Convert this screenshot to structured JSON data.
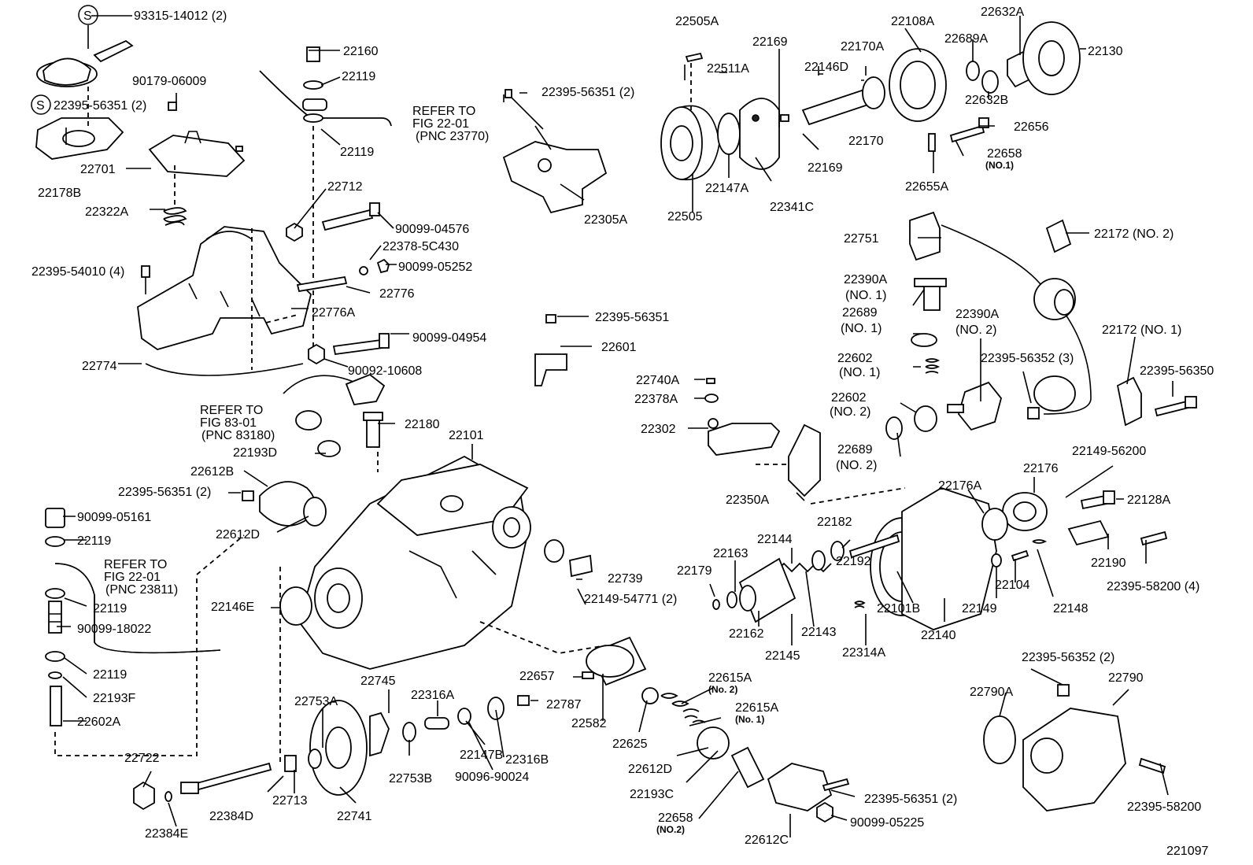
{
  "labels": [
    {
      "id": "p93315",
      "text": "93315-14012 (2)"
    },
    {
      "id": "p22160",
      "text": "22160"
    },
    {
      "id": "p22119a",
      "text": "22119"
    },
    {
      "id": "p22119b",
      "text": "22119"
    },
    {
      "id": "p90179",
      "text": "90179-06009"
    },
    {
      "id": "p22395_56351_2a",
      "text": "22395-56351 (2)"
    },
    {
      "id": "p22701",
      "text": "22701"
    },
    {
      "id": "p22178B",
      "text": "22178B"
    },
    {
      "id": "p22322A",
      "text": "22322A"
    },
    {
      "id": "p22712",
      "text": "22712"
    },
    {
      "id": "p90099_04576",
      "text": "90099-04576"
    },
    {
      "id": "p22378_5C430",
      "text": "22378-5C430"
    },
    {
      "id": "p90099_05252",
      "text": "90099-05252"
    },
    {
      "id": "p22395_54010",
      "text": "22395-54010 (4)"
    },
    {
      "id": "p22776",
      "text": "22776"
    },
    {
      "id": "p22776A",
      "text": "22776A"
    },
    {
      "id": "p90099_04954",
      "text": "90099-04954"
    },
    {
      "id": "p22774",
      "text": "22774"
    },
    {
      "id": "p90092_10608",
      "text": "90092-10608"
    },
    {
      "id": "p22505A",
      "text": "22505A"
    },
    {
      "id": "p22169a",
      "text": "22169"
    },
    {
      "id": "p22511A",
      "text": "22511A"
    },
    {
      "id": "p22146D",
      "text": "22146D"
    },
    {
      "id": "p22170A",
      "text": "22170A"
    },
    {
      "id": "p22108A",
      "text": "22108A"
    },
    {
      "id": "p22689A",
      "text": "22689A"
    },
    {
      "id": "p22632A",
      "text": "22632A"
    },
    {
      "id": "p22130",
      "text": "22130"
    },
    {
      "id": "p22632B",
      "text": "22632B"
    },
    {
      "id": "p22170",
      "text": "22170"
    },
    {
      "id": "p22169b",
      "text": "22169"
    },
    {
      "id": "p22147A",
      "text": "22147A"
    },
    {
      "id": "p22341C",
      "text": "22341C"
    },
    {
      "id": "p22505",
      "text": "22505"
    },
    {
      "id": "p22656",
      "text": "22656"
    },
    {
      "id": "p22658_1",
      "text": "22658"
    },
    {
      "id": "p22658_1n",
      "text": "(NO.1)"
    },
    {
      "id": "p22655A",
      "text": "22655A"
    },
    {
      "id": "p22395_56351_2b",
      "text": "22395-56351 (2)"
    },
    {
      "id": "p22305A",
      "text": "22305A"
    },
    {
      "id": "p22751",
      "text": "22751"
    },
    {
      "id": "p22172_2",
      "text": "22172 (NO. 2)"
    },
    {
      "id": "p22390A_1",
      "text": "22390A"
    },
    {
      "id": "p22390A_1n",
      "text": "(NO. 1)"
    },
    {
      "id": "p22689_1",
      "text": "22689"
    },
    {
      "id": "p22689_1n",
      "text": "(NO. 1)"
    },
    {
      "id": "p22390A_2",
      "text": "22390A"
    },
    {
      "id": "p22390A_2n",
      "text": "(NO. 2)"
    },
    {
      "id": "p22172_1",
      "text": "22172 (NO. 1)"
    },
    {
      "id": "p22602_1",
      "text": "22602"
    },
    {
      "id": "p22602_1n",
      "text": "(NO. 1)"
    },
    {
      "id": "p22395_56352_3",
      "text": "22395-56352 (3)"
    },
    {
      "id": "p22395_56350",
      "text": "22395-56350"
    },
    {
      "id": "p22602_2",
      "text": "22602"
    },
    {
      "id": "p22602_2n",
      "text": "(NO. 2)"
    },
    {
      "id": "p22689_2",
      "text": "22689"
    },
    {
      "id": "p22689_2n",
      "text": "(NO. 2)"
    },
    {
      "id": "p22395_56351c",
      "text": "22395-56351"
    },
    {
      "id": "p22601",
      "text": "22601"
    },
    {
      "id": "p22740A",
      "text": "22740A"
    },
    {
      "id": "p22378A",
      "text": "22378A"
    },
    {
      "id": "p22302",
      "text": "22302"
    },
    {
      "id": "p22350A",
      "text": "22350A"
    },
    {
      "id": "p22176A",
      "text": "22176A"
    },
    {
      "id": "p22176",
      "text": "22176"
    },
    {
      "id": "p22149_56200",
      "text": "22149-56200"
    },
    {
      "id": "p22128A",
      "text": "22128A"
    },
    {
      "id": "p22190",
      "text": "22190"
    },
    {
      "id": "p22395_58200_4",
      "text": "22395-58200 (4)"
    },
    {
      "id": "p22180",
      "text": "22180"
    },
    {
      "id": "p22101",
      "text": "22101"
    },
    {
      "id": "p22193D",
      "text": "22193D"
    },
    {
      "id": "p22612B",
      "text": "22612B"
    },
    {
      "id": "p22395_56351_2d",
      "text": "22395-56351 (2)"
    },
    {
      "id": "p22612D",
      "text": "22612D"
    },
    {
      "id": "p90099_05161",
      "text": "90099-05161"
    },
    {
      "id": "p22119c",
      "text": "22119"
    },
    {
      "id": "p22119d",
      "text": "22119"
    },
    {
      "id": "p90099_18022",
      "text": "90099-18022"
    },
    {
      "id": "p22119e",
      "text": "22119"
    },
    {
      "id": "p22193F",
      "text": "22193F"
    },
    {
      "id": "p22602A",
      "text": "22602A"
    },
    {
      "id": "p22146E",
      "text": "22146E"
    },
    {
      "id": "p22739",
      "text": "22739"
    },
    {
      "id": "p22149_54771",
      "text": "22149-54771 (2)"
    },
    {
      "id": "p22182",
      "text": "22182"
    },
    {
      "id": "p22163",
      "text": "22163"
    },
    {
      "id": "p22144",
      "text": "22144"
    },
    {
      "id": "p22179",
      "text": "22179"
    },
    {
      "id": "p22192",
      "text": "22192"
    },
    {
      "id": "p22101B",
      "text": "22101B"
    },
    {
      "id": "p22140",
      "text": "22140"
    },
    {
      "id": "p22149",
      "text": "22149"
    },
    {
      "id": "p22104",
      "text": "22104"
    },
    {
      "id": "p22148",
      "text": "22148"
    },
    {
      "id": "p22162",
      "text": "22162"
    },
    {
      "id": "p22143",
      "text": "22143"
    },
    {
      "id": "p22145",
      "text": "22145"
    },
    {
      "id": "p22314A",
      "text": "22314A"
    },
    {
      "id": "p22657",
      "text": "22657"
    },
    {
      "id": "p22615A_2",
      "text": "22615A"
    },
    {
      "id": "p22615A_2n",
      "text": "(No. 2)"
    },
    {
      "id": "p22615A_1",
      "text": "22615A"
    },
    {
      "id": "p22615A_1n",
      "text": "(No. 1)"
    },
    {
      "id": "p22745",
      "text": "22745"
    },
    {
      "id": "p22316A",
      "text": "22316A"
    },
    {
      "id": "p22753A",
      "text": "22753A"
    },
    {
      "id": "p22787",
      "text": "22787"
    },
    {
      "id": "p22582",
      "text": "22582"
    },
    {
      "id": "p22625",
      "text": "22625"
    },
    {
      "id": "p22612D_b",
      "text": "22612D"
    },
    {
      "id": "p22193C",
      "text": "22193C"
    },
    {
      "id": "p22722",
      "text": "22722"
    },
    {
      "id": "p22753B",
      "text": "22753B"
    },
    {
      "id": "p22147B",
      "text": "22147B"
    },
    {
      "id": "p22316B",
      "text": "22316B"
    },
    {
      "id": "p90096_90024",
      "text": "90096-90024"
    },
    {
      "id": "p22713",
      "text": "22713"
    },
    {
      "id": "p22384D",
      "text": "22384D"
    },
    {
      "id": "p22741",
      "text": "22741"
    },
    {
      "id": "p22384E",
      "text": "22384E"
    },
    {
      "id": "p22658_2",
      "text": "22658"
    },
    {
      "id": "p22658_2n",
      "text": "(NO.2)"
    },
    {
      "id": "p22612C",
      "text": "22612C"
    },
    {
      "id": "p22395_56351_2e",
      "text": "22395-56351 (2)"
    },
    {
      "id": "p90099_05225",
      "text": "90099-05225"
    },
    {
      "id": "p22395_56352_2",
      "text": "22395-56352 (2)"
    },
    {
      "id": "p22790",
      "text": "22790"
    },
    {
      "id": "p22790A",
      "text": "22790A"
    },
    {
      "id": "p22395_58200",
      "text": "22395-58200"
    },
    {
      "id": "fig_id",
      "text": "221097"
    }
  ],
  "references": [
    {
      "id": "ref1",
      "lines": [
        "REFER TO",
        "FIG 22-01",
        "(PNC 23770)"
      ]
    },
    {
      "id": "ref2",
      "lines": [
        "REFER TO",
        "FIG 83-01",
        "(PNC 83180)"
      ]
    },
    {
      "id": "ref3",
      "lines": [
        "REFER TO",
        "FIG 22-01",
        "(PNC 23811)"
      ]
    }
  ],
  "symbols": [
    {
      "id": "s1",
      "text": "S"
    },
    {
      "id": "s2",
      "text": "S"
    }
  ]
}
